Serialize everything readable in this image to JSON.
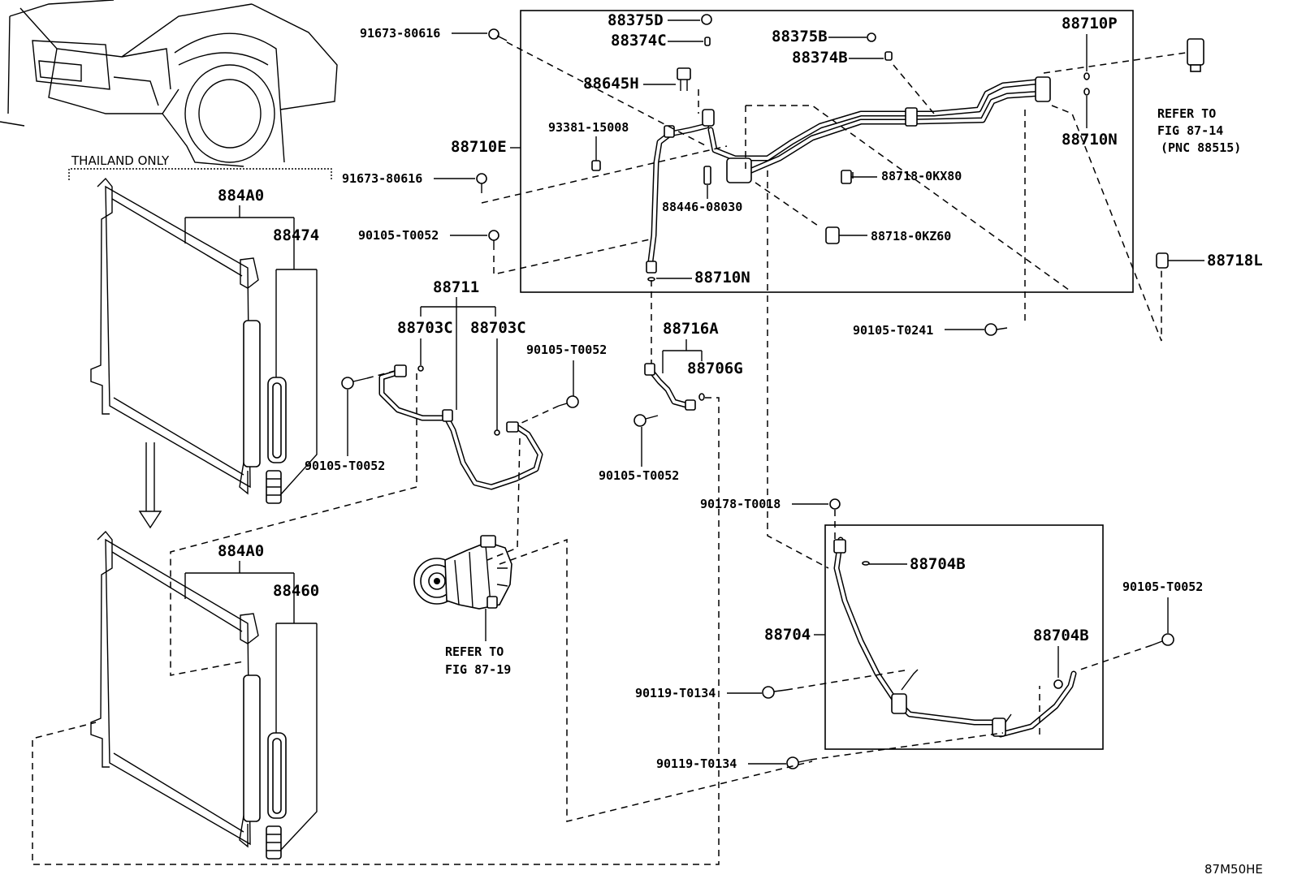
{
  "labels": {
    "p_91673_top": "91673-80616",
    "p_91673_mid": "91673-80616",
    "p_90105_a": "90105-T0052",
    "p_88710E": "88710E",
    "p_88375D": "88375D",
    "p_88374C": "88374C",
    "p_88645H": "88645H",
    "p_93381": "93381-15008",
    "p_88446": "88446-08030",
    "p_88710N_a": "88710N",
    "p_88375B": "88375B",
    "p_88374B": "88374B",
    "p_88710P": "88710P",
    "p_88710N_b": "88710N",
    "p_88718_0KX80": "88718-0KX80",
    "p_88718_0KZ60": "88718-0KZ60",
    "p_88718L": "88718L",
    "p_90105_T0241": "90105-T0241",
    "p_884A0_a": "884A0",
    "p_88474": "88474",
    "p_884A0_b": "884A0",
    "p_88460": "88460",
    "p_88711": "88711",
    "p_88703C_a": "88703C",
    "p_88703C_b": "88703C",
    "p_90105_b": "90105-T0052",
    "p_90105_c": "90105-T0052",
    "p_88716A": "88716A",
    "p_88706G": "88706G",
    "p_90105_d": "90105-T0052",
    "p_90178": "90178-T0018",
    "p_88704B_a": "88704B",
    "p_88704": "88704",
    "p_88704B_b": "88704B",
    "p_90105_e": "90105-T0052",
    "p_90119_a": "90119-T0134",
    "p_90119_b": "90119-T0134"
  },
  "notes": {
    "thailand": "THAILAND ONLY",
    "refer_right_1": "REFER TO",
    "refer_right_2": "FIG 87-14",
    "refer_right_3": "(PNC 88515)",
    "refer_comp_1": "REFER TO",
    "refer_comp_2": "FIG 87-19",
    "figure_code": "87M50HE"
  }
}
